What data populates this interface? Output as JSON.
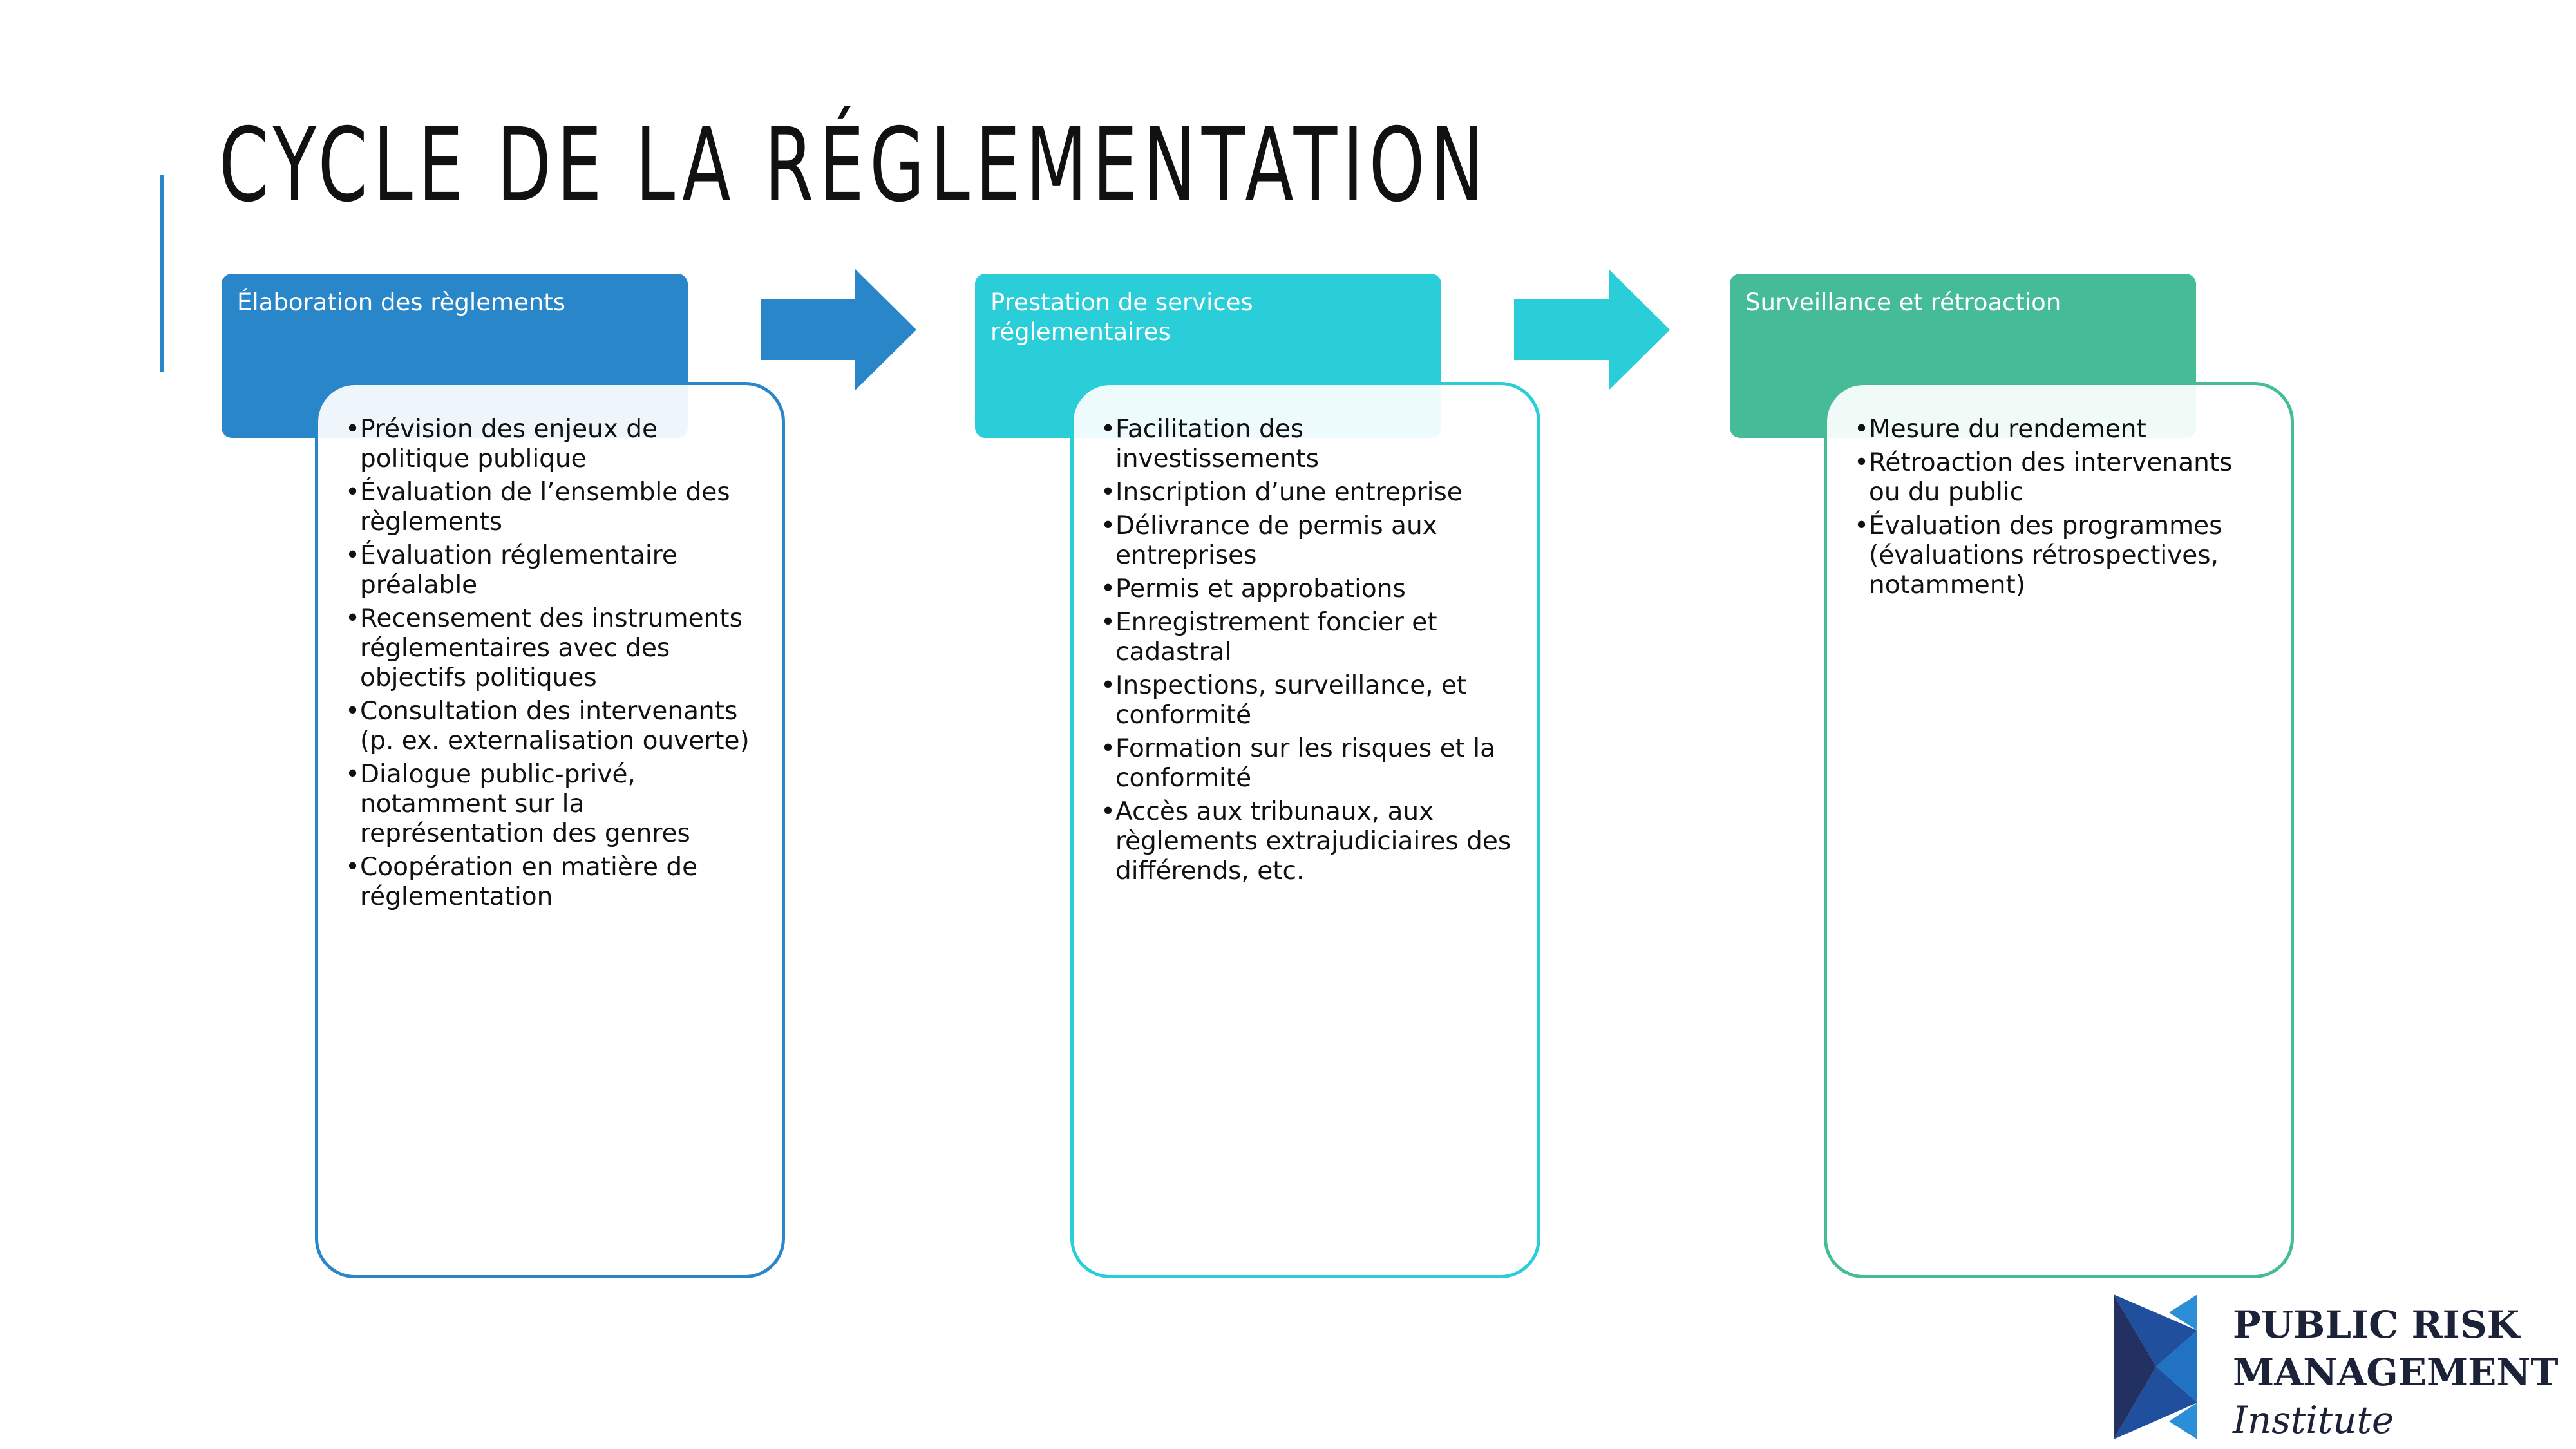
{
  "title": "CYCLE DE LA RÉGLEMENTATION",
  "colors": {
    "stage1": "#2987c9",
    "stage2": "#29ced8",
    "stage3": "#45bc97",
    "logo_dark": "#1c2237"
  },
  "stages": [
    {
      "header": "Élaboration des règlements",
      "items": [
        "Prévision des enjeux de politique publique",
        "Évaluation de l’ensemble des règlements",
        "Évaluation réglementaire préalable",
        "Recensement des instruments réglementaires avec des objectifs politiques",
        "Consultation des intervenants (p. ex. externalisation ouverte)",
        "Dialogue public-privé, notamment sur la représentation des genres",
        "Coopération en matière de réglementation"
      ]
    },
    {
      "header": "Prestation de services réglementaires",
      "items": [
        "Facilitation des investissements",
        "Inscription d’une entreprise",
        "Délivrance de permis aux entreprises",
        "Permis et approbations",
        "Enregistrement foncier et cadastral",
        "Inspections, surveillance, et conformité",
        "Formation sur les risques et la conformité",
        "Accès aux tribunaux, aux règlements extrajudiciaires des différends, etc."
      ]
    },
    {
      "header": "Surveillance et rétroaction",
      "items": [
        "Mesure du rendement",
        "Rétroaction des intervenants ou du public",
        "Évaluation des programmes (évaluations rétrospectives, notamment)"
      ]
    }
  ],
  "logo": {
    "line1": "PUBLIC RISK",
    "line2": "MANAGEMENT",
    "line3": "Institute"
  }
}
